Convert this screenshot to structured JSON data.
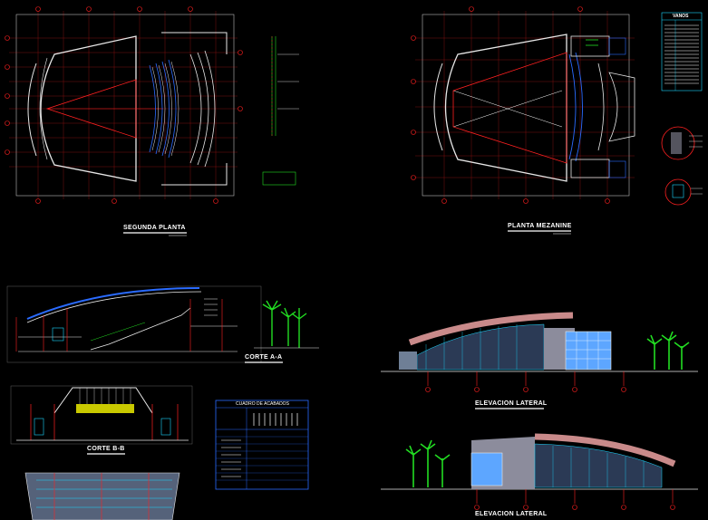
{
  "titles": {
    "segunda_planta": "SEGUNDA PLANTA",
    "planta_mezanine": "PLANTA MEZANINE",
    "corte_aa": "CORTE A-A",
    "corte_bb": "CORTE B-B",
    "elevacion_1": "ELEVACION LATERAL",
    "elevacion_2": "ELEVACION LATERAL"
  },
  "tables": {
    "vanos_title": "VANOS",
    "acabados_title": "CUADRO DE ACABADOS"
  },
  "colors": {
    "background": "#000000",
    "grid_red": "#ff2020",
    "wall_white": "#e8e8e8",
    "cyan": "#19d7ff",
    "blue": "#2a6bff",
    "green": "#22dd22",
    "yellow": "#ffff00",
    "roof_pink": "#c98a8a",
    "gray": "#8c8c9c"
  }
}
